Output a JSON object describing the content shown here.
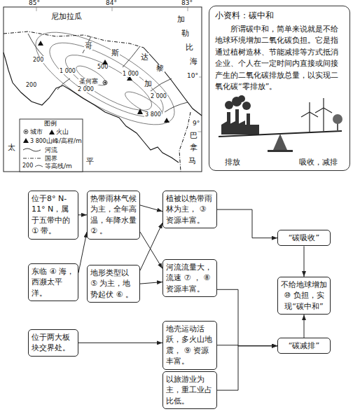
{
  "diagram": {
    "nodes": [
      {
        "text": [
          "小资料：碳中和",
          "所谓碳中和，简单来说就是不给地球环境增加二氧化碳负担。它是指通过植树造林、节能减排等方式抵消企业、个人在一定时间内直接或间接产生的二氧化碳排放总量，以实现二氧化碳“零排放”。",
          "排放",
          "吸收，减排"
        ]
      },
      {
        "text": [
          "位于8° N-11° N，属于五带中的 ① 带。"
        ]
      },
      {
        "text": [
          "热带雨林气候为主，全年高温，年降水量 ② 。"
        ]
      },
      {
        "text": [
          "植被以热带雨林为主， ③ 资源丰富。"
        ]
      },
      {
        "text": [
          "“碳吸收”"
        ]
      },
      {
        "text": [
          "东临 ④ 海，西濒太平洋。"
        ]
      },
      {
        "text": [
          "地形类型以 ⑤ 为主，地势起伏 ⑥ 。"
        ]
      },
      {
        "text": [
          "河流流量大，流速 ⑦ ， ⑧ 资源丰富。"
        ]
      },
      {
        "text": [
          "不给地球增加 ⑩ 负担，实现“碳中和”"
        ]
      },
      {
        "text": [
          "位于两大板块交界处。"
        ]
      },
      {
        "text": [
          "地壳运动活跃，多火山地震， ⑨ 资源丰富。"
        ]
      },
      {
        "text": [
          "“碳减排”"
        ]
      },
      {
        "text": [
          "以旅游业为主，重工业占比低。"
        ]
      }
    ],
    "edges": [
      {
        "from": 1,
        "to": 2,
        "arrow": "to"
      },
      {
        "from": 5,
        "to": 2,
        "arrow": "to"
      },
      {
        "from": 2,
        "to": 3,
        "arrow": "to"
      },
      {
        "from": 2,
        "to": 7,
        "arrow": "to"
      },
      {
        "from": 6,
        "to": 3,
        "arrow": "to"
      },
      {
        "from": 6,
        "to": 7,
        "arrow": "to"
      },
      {
        "from": 3,
        "to": 4,
        "arrow": "to"
      },
      {
        "from": 4,
        "to": 8,
        "arrow": "to"
      },
      {
        "from": 9,
        "to": 10,
        "arrow": "to"
      },
      {
        "from": 7,
        "to": 11,
        "arrow": "to"
      },
      {
        "from": 10,
        "to": 11,
        "arrow": "to"
      },
      {
        "from": 12,
        "to": 11,
        "arrow": "to"
      },
      {
        "from": 11,
        "to": 8,
        "arrow": "to"
      }
    ],
    "labels": [
      "85°",
      "84°",
      "83°",
      "尼加拉瓜",
      "哥",
      "斯",
      "达",
      "黎",
      "加",
      "加",
      "勒",
      "比",
      "海",
      "10°",
      "9°",
      "太",
      "平",
      "巴",
      "拿",
      "马",
      "200",
      "500",
      "1 000",
      "1 000",
      "2 000",
      "2 000",
      "3 800",
      "200",
      "圣何塞",
      "图例",
      "3 800",
      "200"
    ],
    "legend": [
      {
        "text": "城市"
      },
      {
        "text": "火山"
      },
      {
        "text": "山峰/高程/m"
      },
      {
        "text": "河流"
      },
      {
        "text": "国界"
      },
      {
        "text": "等高线/m"
      }
    ]
  }
}
